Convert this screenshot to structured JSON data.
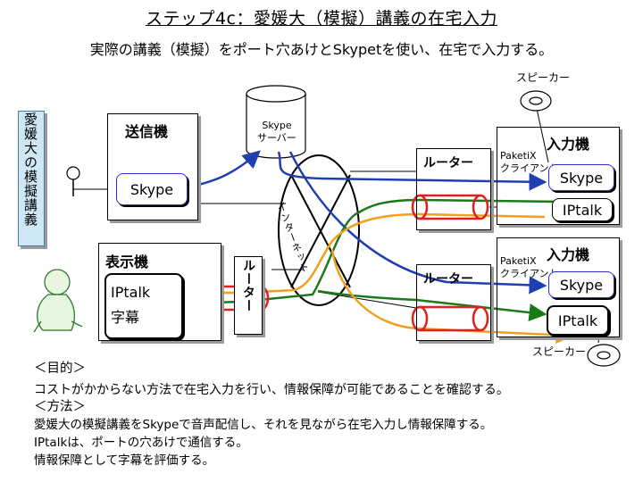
{
  "title": "ステップ4c：愛媛大（模擬）講義の在宅入力",
  "subtitle": "実際の講義（模擬）をポート穴あけとSkypetを使い、在宅で入力する。",
  "lecture_label": "愛媛大の模擬講義",
  "sender": {
    "label": "送信機",
    "app": "Skype"
  },
  "server": {
    "line1": "Skype",
    "line2": "サーバー"
  },
  "internet_label": "インターネット",
  "display": {
    "label": "表示機",
    "app_line1": "IPtalk",
    "app_line2": "字幕"
  },
  "router_vertical": "ルーター",
  "router_top": "ルーター",
  "router_bottom": "ルーター",
  "input_top": {
    "label": "入力機",
    "client_line1": "PaketiX",
    "client_line2": "クライアント",
    "skype": "Skype",
    "iptalk": "IPtalk"
  },
  "input_bottom": {
    "label": "入力機",
    "client_line1": "PaketiX",
    "client_line2": "クライアント",
    "skype": "Skype",
    "iptalk": "IPtalk"
  },
  "speaker_top": "スピーカー",
  "speaker_bottom": "スピーカー",
  "purpose_heading": "＜目的＞",
  "purpose_text": "コストがかからない方法で在宅入力を行い、情報保障が可能であることを確認する。",
  "method_heading": "＜方法＞",
  "method_lines": [
    "愛媛大の模擬講義をSkypeで音声配信し、それを見ながら在宅入力し情報保障する。",
    "IPtalkは、ポートの穴あけで通信する。",
    "情報保障として字幕を評価する。"
  ],
  "colors": {
    "skype_line": "#1f3fb0",
    "iptalk_green": "#1a7a1a",
    "iptalk_orange": "#f0a020",
    "tunnel": "#e02020",
    "blue_btn": "#2b2bd6"
  }
}
